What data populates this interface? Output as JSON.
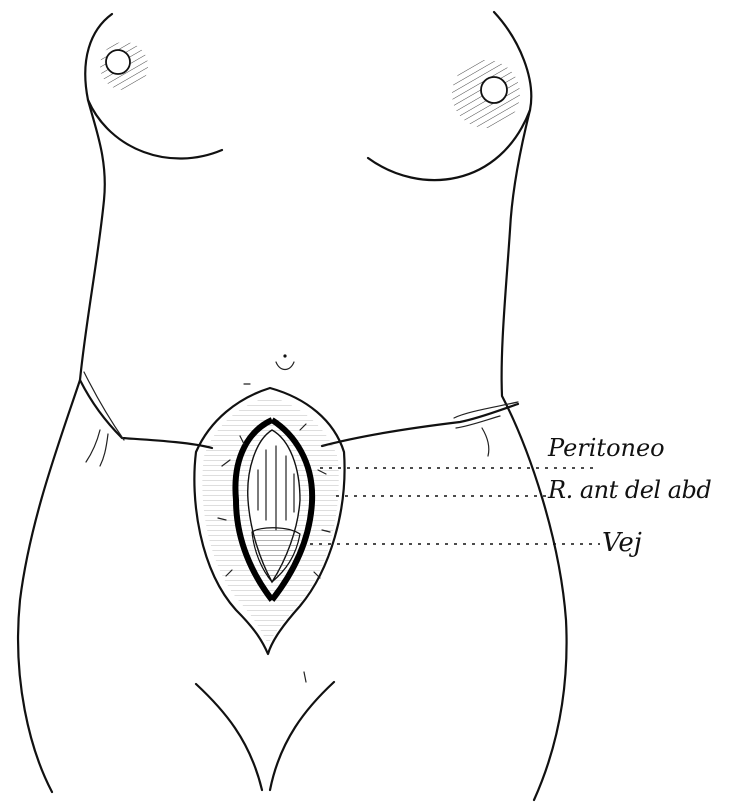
{
  "labels": {
    "peritoneo": "Peritoneo",
    "recto_anterior": "R. ant del abd",
    "vejiga": "Vej"
  },
  "colors": {
    "ink": "#111111",
    "paper": "#ffffff"
  }
}
